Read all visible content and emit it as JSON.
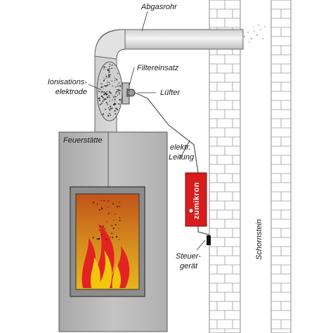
{
  "labels": {
    "abgasrohr": "Abgasrohr",
    "filtereinsatz": "Filtereinsatz",
    "ionisation_line1": "Ionisations-",
    "ionisation_line2": "elektrode",
    "luefter": "Lüfter",
    "feuerstaette": "Feuerstätte",
    "leitung_line1": "elektr.",
    "leitung_line2": "Leitung",
    "steuer_line1": "Steuer-",
    "steuer_line2": "gerät",
    "schornstein": "Schornstein"
  },
  "brand": {
    "name": "zumikron"
  },
  "colors": {
    "stove_body": "#bdbdbd",
    "stove_door": "#9a9a9a",
    "fire_background": "#d8a020",
    "flame_red": "#e32222",
    "flame_yellow": "#f3c60e",
    "control_box": "#d81c1c",
    "pipe": "#e6e6e6",
    "brick_line": "#8a8a8a"
  },
  "icons": [
    "flame-icon",
    "brand-logo-icon"
  ]
}
